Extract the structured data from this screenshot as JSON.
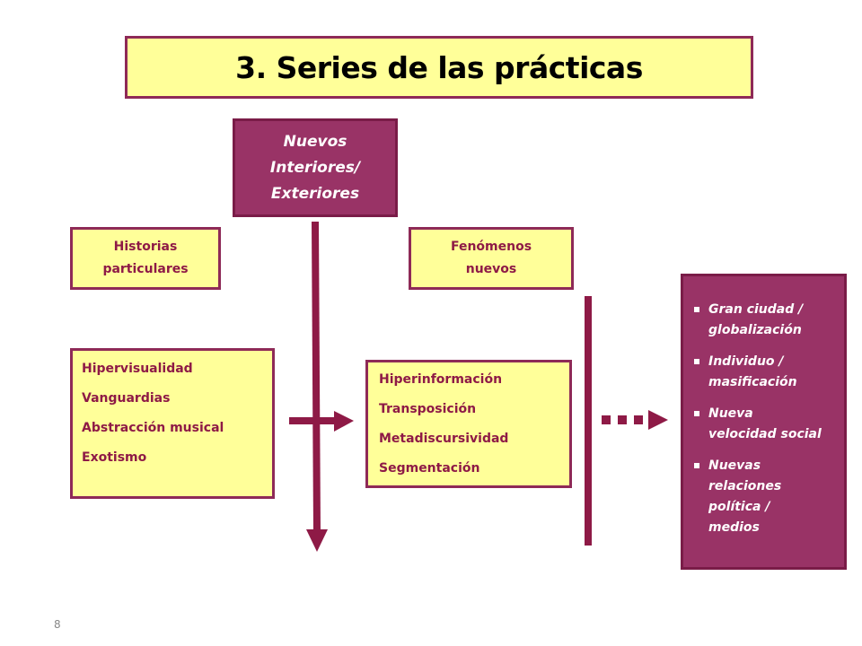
{
  "title": "3. Series de las prácticas",
  "top_node": {
    "lines": [
      "Nuevos",
      "Interiores/",
      "Exteriores"
    ]
  },
  "category_left": {
    "lines": [
      "Historias",
      "particulares"
    ]
  },
  "category_mid": {
    "lines": [
      "Fenómenos",
      "nuevos"
    ]
  },
  "list_left": [
    "Hipervisualidad",
    "Vanguardias",
    "Abstracción musical",
    "Exotismo"
  ],
  "list_mid": [
    "Hiperinformación",
    "Transposición",
    "Metadiscursividad",
    "Segmentación"
  ],
  "list_right": [
    {
      "lines": [
        "Gran ciudad /",
        "globalización"
      ]
    },
    {
      "lines": [
        "Individuo /",
        "masificación"
      ]
    },
    {
      "lines": [
        "Nueva",
        "velocidad social"
      ]
    },
    {
      "lines": [
        "Nuevas",
        "relaciones",
        "política /",
        "medios"
      ]
    }
  ],
  "page_number": "8",
  "colors": {
    "accent": "#8e1a46",
    "box_fill_light": "#ffff99",
    "box_fill_dark": "#993366"
  }
}
